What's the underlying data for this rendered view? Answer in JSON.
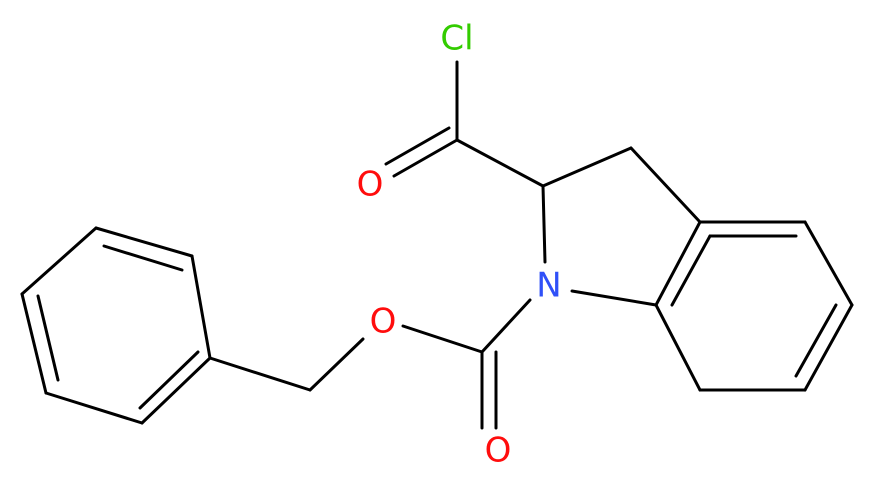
{
  "molecule": {
    "atoms": {
      "cl": {
        "label": "Cl",
        "color": "#33cc00"
      },
      "o_acyl": {
        "label": "O",
        "color": "#ff0d0d"
      },
      "n_ring": {
        "label": "N",
        "color": "#3050f8"
      },
      "o_ester": {
        "label": "O",
        "color": "#ff0d0d"
      },
      "o_carbonyl": {
        "label": "O",
        "color": "#ff0d0d"
      }
    }
  }
}
